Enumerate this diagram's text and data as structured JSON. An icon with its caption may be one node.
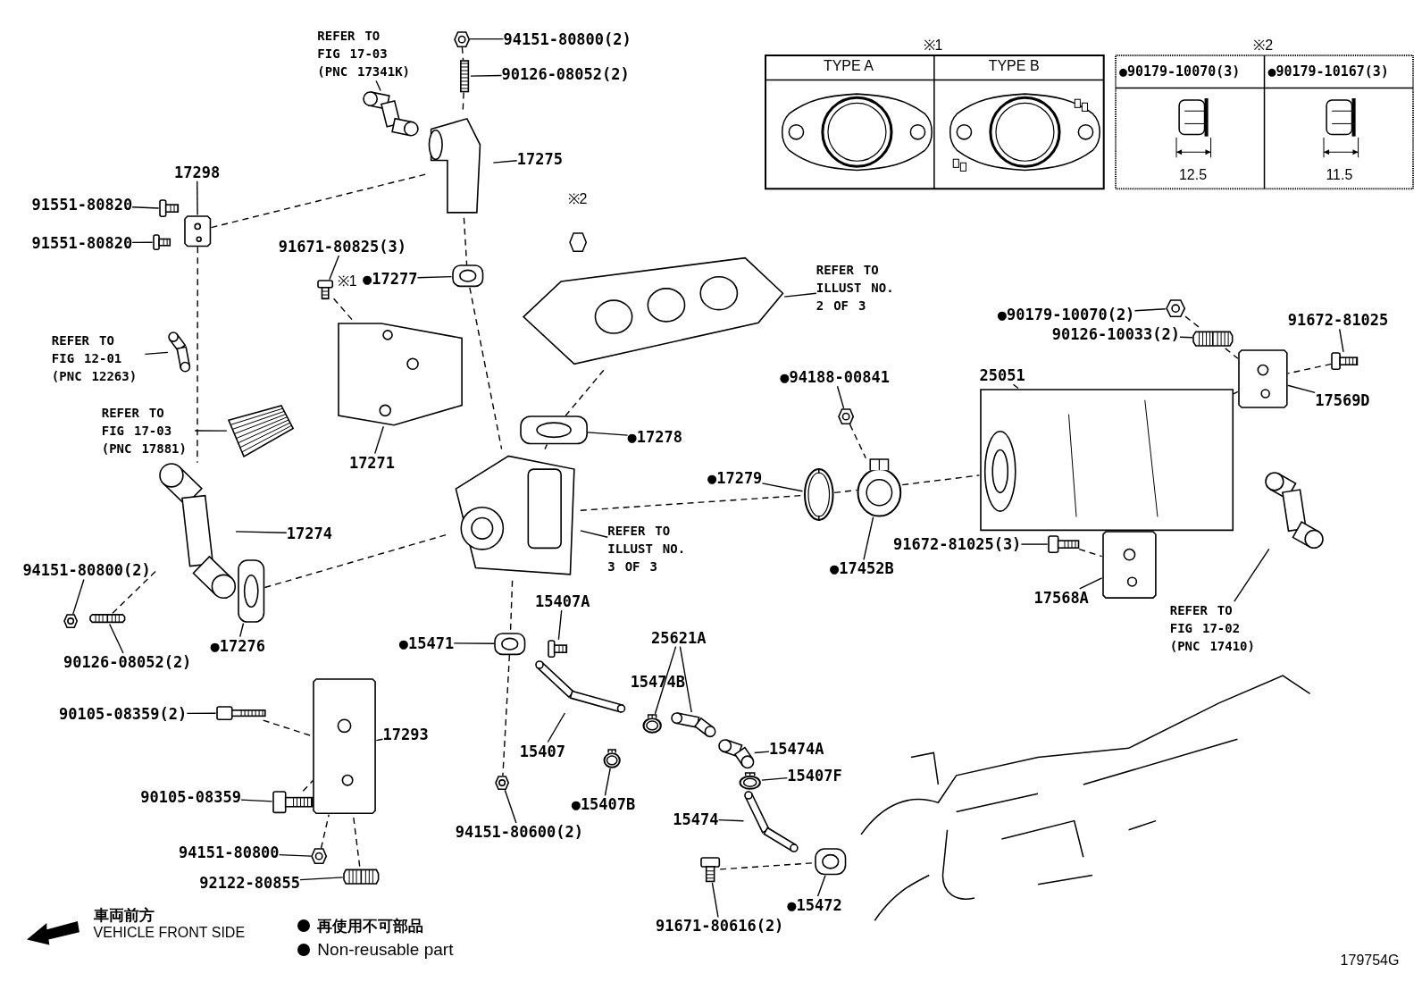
{
  "diagram": {
    "nodes": [
      {
        "text": [
          "REFER TO FIG 17-03 (PNC 17341K)"
        ]
      },
      {
        "text": [],
        "shape": "picture"
      },
      {
        "text": [
          "94151-80800(2)"
        ]
      },
      {
        "text": [],
        "shape": "picture"
      },
      {
        "text": [
          "90126-08052(2)"
        ]
      },
      {
        "text": [],
        "shape": "picture"
      },
      {
        "text": [
          "17275"
        ]
      },
      {
        "text": [],
        "shape": "picture"
      },
      {
        "text": [
          "17298"
        ]
      },
      {
        "text": [],
        "shape": "picture"
      },
      {
        "text": [
          "91551-80820"
        ]
      },
      {
        "text": [],
        "shape": "picture"
      },
      {
        "text": [
          "91551-80820"
        ]
      },
      {
        "text": [],
        "shape": "picture"
      },
      {
        "text": [
          "91671-80825(3)"
        ]
      },
      {
        "text": [],
        "shape": "picture"
      },
      {
        "text": [
          "●17277"
        ]
      },
      {
        "text": [],
        "shape": "picture"
      },
      {
        "text": [
          "REFER TO ILLUST NO. 2 OF 3"
        ]
      },
      {
        "text": [],
        "shape": "picture"
      },
      {
        "text": [
          "REFER TO FIG 12-01 (PNC 12263)"
        ]
      },
      {
        "text": [],
        "shape": "picture"
      },
      {
        "text": [
          "17271"
        ]
      },
      {
        "text": [],
        "shape": "picture"
      },
      {
        "text": [
          "REFER TO FIG 17-03 (PNC 17881)"
        ]
      },
      {
        "text": [],
        "shape": "picture"
      },
      {
        "text": [
          "●17278"
        ]
      },
      {
        "text": [],
        "shape": "picture"
      },
      {
        "text": [
          "17274"
        ]
      },
      {
        "text": [],
        "shape": "picture"
      },
      {
        "text": [
          "REFER TO ILLUST NO. 3 OF 3"
        ]
      },
      {
        "text": [],
        "shape": "picture"
      },
      {
        "text": [
          "94151-80800(2)"
        ]
      },
      {
        "text": [],
        "shape": "picture"
      },
      {
        "text": [
          "90126-08052(2)"
        ]
      },
      {
        "text": [],
        "shape": "picture"
      },
      {
        "text": [
          "●17276"
        ]
      },
      {
        "text": [],
        "shape": "picture"
      },
      {
        "text": [
          "●15471"
        ]
      },
      {
        "text": [],
        "shape": "picture"
      },
      {
        "text": [
          "15407A"
        ]
      },
      {
        "text": [],
        "shape": "picture"
      },
      {
        "text": [
          "25621A"
        ]
      },
      {
        "text": [],
        "shape": "picture"
      },
      {
        "text": [
          "90105-08359(2)"
        ]
      },
      {
        "text": [],
        "shape": "picture"
      },
      {
        "text": [
          "17293"
        ]
      },
      {
        "text": [],
        "shape": "picture"
      },
      {
        "text": [
          "15407"
        ]
      },
      {
        "text": [],
        "shape": "picture"
      },
      {
        "text": [
          "15474A"
        ]
      },
      {
        "text": [],
        "shape": "picture"
      },
      {
        "text": [
          "15407F"
        ]
      },
      {
        "text": [],
        "shape": "picture"
      },
      {
        "text": [
          "90105-08359"
        ]
      },
      {
        "text": [],
        "shape": "picture"
      },
      {
        "text": [
          "●15407B"
        ]
      },
      {
        "text": [],
        "shape": "picture"
      },
      {
        "text": [
          "15474"
        ]
      },
      {
        "text": [],
        "shape": "picture"
      },
      {
        "text": [
          "94151-80600(2)"
        ]
      },
      {
        "text": [],
        "shape": "picture"
      },
      {
        "text": [
          "94151-80800"
        ]
      },
      {
        "text": [],
        "shape": "picture"
      },
      {
        "text": [
          "92122-80855"
        ]
      },
      {
        "text": [],
        "shape": "picture"
      },
      {
        "text": [
          "●15472"
        ]
      },
      {
        "text": [],
        "shape": "picture"
      },
      {
        "text": [
          "91671-80616(2)"
        ]
      },
      {
        "text": [],
        "shape": "picture"
      },
      {
        "text": [
          "●94188-00841"
        ]
      },
      {
        "text": [],
        "shape": "picture"
      },
      {
        "text": [
          "25051"
        ]
      },
      {
        "text": [],
        "shape": "picture"
      },
      {
        "text": [
          "●90179-10070(2)"
        ]
      },
      {
        "text": [],
        "shape": "picture"
      },
      {
        "text": [
          "90126-10033(2)"
        ]
      },
      {
        "text": [],
        "shape": "picture"
      },
      {
        "text": [
          "91672-81025"
        ]
      },
      {
        "text": [],
        "shape": "picture"
      },
      {
        "text": [
          "17569D"
        ]
      },
      {
        "text": [],
        "shape": "picture"
      },
      {
        "text": [
          "●17279"
        ]
      },
      {
        "text": [],
        "shape": "picture"
      },
      {
        "text": [
          "●17452B"
        ]
      },
      {
        "text": [],
        "shape": "picture"
      },
      {
        "text": [
          "91672-81025(3)"
        ]
      },
      {
        "text": [],
        "shape": "picture"
      },
      {
        "text": [
          "17568A"
        ]
      },
      {
        "text": [],
        "shape": "picture"
      },
      {
        "text": [
          "REFER TO FIG 17-02 (PNC 17410)"
        ]
      },
      {
        "text": [],
        "shape": "picture"
      },
      {
        "text": [],
        "shape": "picture"
      }
    ],
    "edges": [
      {
        "from": 0,
        "to": 1,
        "arrow": "none"
      },
      {
        "from": 2,
        "to": 3,
        "arrow": "none"
      },
      {
        "from": 4,
        "to": 5,
        "arrow": "none"
      },
      {
        "from": 6,
        "to": 7,
        "arrow": "none"
      },
      {
        "from": 8,
        "to": 9,
        "arrow": "none"
      },
      {
        "from": 10,
        "to": 11,
        "arrow": "none"
      },
      {
        "from": 12,
        "to": 13,
        "arrow": "none"
      },
      {
        "from": 14,
        "to": 15,
        "arrow": "none"
      },
      {
        "from": 16,
        "to": 17,
        "arrow": "none"
      },
      {
        "from": 18,
        "to": 19,
        "arrow": "none"
      },
      {
        "from": 20,
        "to": 21,
        "arrow": "none"
      },
      {
        "from": 22,
        "to": 23,
        "arrow": "none"
      },
      {
        "from": 24,
        "to": 25,
        "arrow": "none"
      },
      {
        "from": 26,
        "to": 27,
        "arrow": "none"
      },
      {
        "from": 28,
        "to": 29,
        "arrow": "none"
      },
      {
        "from": 30,
        "to": 31,
        "arrow": "none"
      },
      {
        "from": 32,
        "to": 33,
        "arrow": "none"
      },
      {
        "from": 34,
        "to": 35,
        "arrow": "none"
      },
      {
        "from": 36,
        "to": 37,
        "arrow": "none"
      },
      {
        "from": 38,
        "to": 39,
        "arrow": "none"
      },
      {
        "from": 40,
        "to": 41,
        "arrow": "none"
      },
      {
        "from": 42,
        "to": 43,
        "arrow": "none"
      },
      {
        "from": 42,
        "to": 92,
        "arrow": "none"
      },
      {
        "from": 44,
        "to": 45,
        "arrow": "none"
      },
      {
        "from": 46,
        "to": 47,
        "arrow": "none"
      },
      {
        "from": 48,
        "to": 49,
        "arrow": "none"
      },
      {
        "from": 50,
        "to": 51,
        "arrow": "none"
      },
      {
        "from": 52,
        "to": 53,
        "arrow": "none"
      },
      {
        "from": 54,
        "to": 55,
        "arrow": "none"
      },
      {
        "from": 56,
        "to": 57,
        "arrow": "none"
      },
      {
        "from": 58,
        "to": 59,
        "arrow": "none"
      },
      {
        "from": 60,
        "to": 61,
        "arrow": "none"
      },
      {
        "from": 62,
        "to": 63,
        "arrow": "none"
      },
      {
        "from": 64,
        "to": 65,
        "arrow": "none"
      },
      {
        "from": 66,
        "to": 67,
        "arrow": "none"
      },
      {
        "from": 68,
        "to": 69,
        "arrow": "none"
      },
      {
        "from": 70,
        "to": 71,
        "arrow": "none"
      },
      {
        "from": 72,
        "to": 73,
        "arrow": "none"
      },
      {
        "from": 74,
        "to": 75,
        "arrow": "none"
      },
      {
        "from": 76,
        "to": 77,
        "arrow": "none"
      },
      {
        "from": 78,
        "to": 79,
        "arrow": "none"
      },
      {
        "from": 80,
        "to": 81,
        "arrow": "none"
      },
      {
        "from": 82,
        "to": 83,
        "arrow": "none"
      },
      {
        "from": 84,
        "to": 85,
        "arrow": "none"
      },
      {
        "from": 86,
        "to": 87,
        "arrow": "none"
      },
      {
        "from": 88,
        "to": 89,
        "arrow": "none"
      },
      {
        "from": 90,
        "to": 91,
        "arrow": "none"
      },
      {
        "from": 3,
        "to": 5,
        "arrow": "none",
        "style": "dashed"
      },
      {
        "from": 5,
        "to": 7,
        "arrow": "none",
        "style": "dashed"
      },
      {
        "from": 7,
        "to": 17,
        "arrow": "none",
        "style": "dashed"
      },
      {
        "from": 17,
        "to": 31,
        "arrow": "none",
        "style": "dashed"
      },
      {
        "from": 31,
        "to": 39,
        "arrow": "none",
        "style": "dashed"
      },
      {
        "from": 39,
        "to": 61,
        "arrow": "none",
        "style": "dashed"
      },
      {
        "from": 9,
        "to": 7,
        "arrow": "none",
        "style": "dashed"
      },
      {
        "from": 9,
        "to": 29,
        "arrow": "none",
        "style": "dashed"
      },
      {
        "from": 15,
        "to": 23,
        "arrow": "none",
        "style": "dashed"
      },
      {
        "from": 19,
        "to": 27,
        "arrow": "none",
        "style": "dashed"
      },
      {
        "from": 27,
        "to": 31,
        "arrow": "none",
        "style": "dashed"
      },
      {
        "from": 37,
        "to": 31,
        "arrow": "none",
        "style": "dashed"
      },
      {
        "from": 35,
        "to": 29,
        "arrow": "none",
        "style": "dashed"
      },
      {
        "from": 45,
        "to": 47,
        "arrow": "none",
        "style": "dashed"
      },
      {
        "from": 55,
        "to": 47,
        "arrow": "none",
        "style": "dashed"
      },
      {
        "from": 63,
        "to": 47,
        "arrow": "none",
        "style": "dashed"
      },
      {
        "from": 65,
        "to": 47,
        "arrow": "none",
        "style": "dashed"
      },
      {
        "from": 31,
        "to": 83,
        "arrow": "none",
        "style": "dashed"
      },
      {
        "from": 83,
        "to": 85,
        "arrow": "none",
        "style": "dashed"
      },
      {
        "from": 85,
        "to": 73,
        "arrow": "none",
        "style": "dashed"
      },
      {
        "from": 71,
        "to": 85,
        "arrow": "none",
        "style": "dashed"
      },
      {
        "from": 81,
        "to": 73,
        "arrow": "none",
        "style": "dashed"
      },
      {
        "from": 79,
        "to": 81,
        "arrow": "none",
        "style": "dashed"
      },
      {
        "from": 75,
        "to": 77,
        "arrow": "none",
        "style": "dashed"
      },
      {
        "from": 77,
        "to": 81,
        "arrow": "none",
        "style": "dashed"
      },
      {
        "from": 69,
        "to": 67,
        "arrow": "none",
        "style": "dashed"
      },
      {
        "from": 87,
        "to": 89,
        "arrow": "none",
        "style": "dashed"
      }
    ],
    "labels": [
      "※1",
      "TYPE A",
      "TYPE B",
      "※2",
      "●90179-10070(3)",
      "●90179-10167(3)",
      "12.5",
      "11.5",
      "※2",
      "※1",
      "車両前方",
      "VEHICLE FRONT SIDE",
      "15474B",
      "179754G"
    ],
    "legend": [
      {
        "text": "再使用不可部品",
        "color": "#000000"
      },
      {
        "text": "Non-reusable part",
        "color": "#000000"
      }
    ]
  }
}
